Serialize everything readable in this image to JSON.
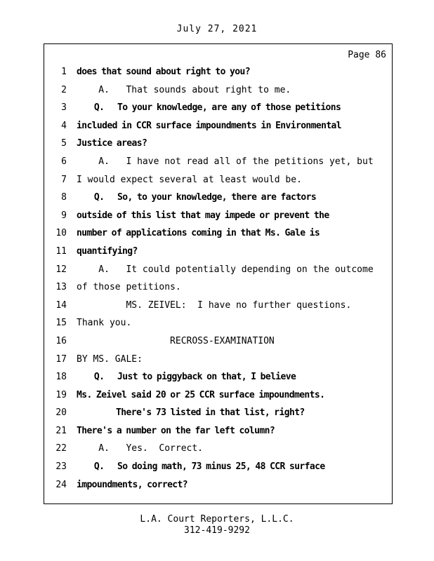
{
  "header": {
    "date": "July 27, 2021",
    "page_label": "Page 86"
  },
  "transcript": {
    "lines": [
      {
        "n": "1",
        "t": "does that sound about right to you?",
        "bold": true
      },
      {
        "n": "2",
        "t": "    A.   That sounds about right to me.",
        "bold": false
      },
      {
        "n": "3",
        "t": "    Q.   To your knowledge, are any of those petitions",
        "bold": true
      },
      {
        "n": "4",
        "t": "included in CCR surface impoundments in Environmental",
        "bold": true
      },
      {
        "n": "5",
        "t": "Justice areas?",
        "bold": true
      },
      {
        "n": "6",
        "t": "    A.   I have not read all of the petitions yet, but",
        "bold": false
      },
      {
        "n": "7",
        "t": "I would expect several at least would be.",
        "bold": false
      },
      {
        "n": "8",
        "t": "    Q.   So, to your knowledge, there are factors",
        "bold": true
      },
      {
        "n": "9",
        "t": "outside of this list that may impede or prevent the",
        "bold": true
      },
      {
        "n": "10",
        "t": "number of applications coming in that Ms. Gale is",
        "bold": true
      },
      {
        "n": "11",
        "t": "quantifying?",
        "bold": true
      },
      {
        "n": "12",
        "t": "    A.   It could potentially depending on the outcome",
        "bold": false
      },
      {
        "n": "13",
        "t": "of those petitions.",
        "bold": false
      },
      {
        "n": "14",
        "t": "         MS. ZEIVEL:  I have no further questions.",
        "bold": false
      },
      {
        "n": "15",
        "t": "Thank you.",
        "bold": false
      },
      {
        "n": "16",
        "t": "                 RECROSS-EXAMINATION",
        "bold": false
      },
      {
        "n": "17",
        "t": "BY MS. GALE:",
        "bold": false
      },
      {
        "n": "18",
        "t": "    Q.   Just to piggyback on that, I believe",
        "bold": true
      },
      {
        "n": "19",
        "t": "Ms. Zeivel said 20 or 25 CCR surface impoundments.",
        "bold": true
      },
      {
        "n": "20",
        "t": "         There's 73 listed in that list, right?",
        "bold": true
      },
      {
        "n": "21",
        "t": "There's a number on the far left column?",
        "bold": true
      },
      {
        "n": "22",
        "t": "    A.   Yes.  Correct.",
        "bold": false
      },
      {
        "n": "23",
        "t": "    Q.   So doing math, 73 minus 25, 48 CCR surface",
        "bold": true
      },
      {
        "n": "24",
        "t": "impoundments, correct?",
        "bold": true
      }
    ]
  },
  "footer": {
    "company": "L.A. Court Reporters, L.L.C.",
    "phone": "312-419-9292"
  }
}
